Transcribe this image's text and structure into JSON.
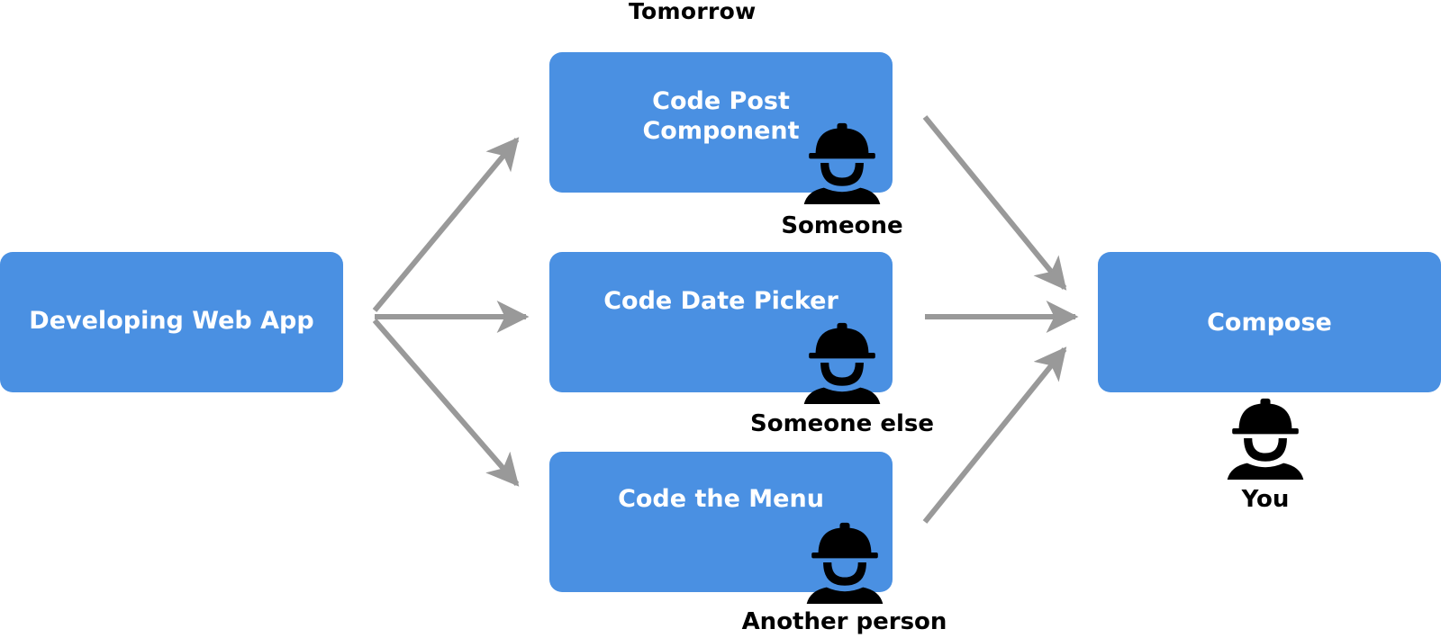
{
  "heading": "Tomorrow",
  "colors": {
    "box": "#4a90e2",
    "arrow": "#999999",
    "worker": "#000000"
  },
  "nodes": {
    "start": "Developing Web App",
    "post": "Code Post\nComponent",
    "date": "Code Date Picker",
    "menu": "Code the Menu",
    "compose": "Compose"
  },
  "people": {
    "post": "Someone",
    "date": "Someone else",
    "menu": "Another person",
    "compose": "You"
  },
  "icons": {
    "worker": "construction-worker-icon"
  }
}
